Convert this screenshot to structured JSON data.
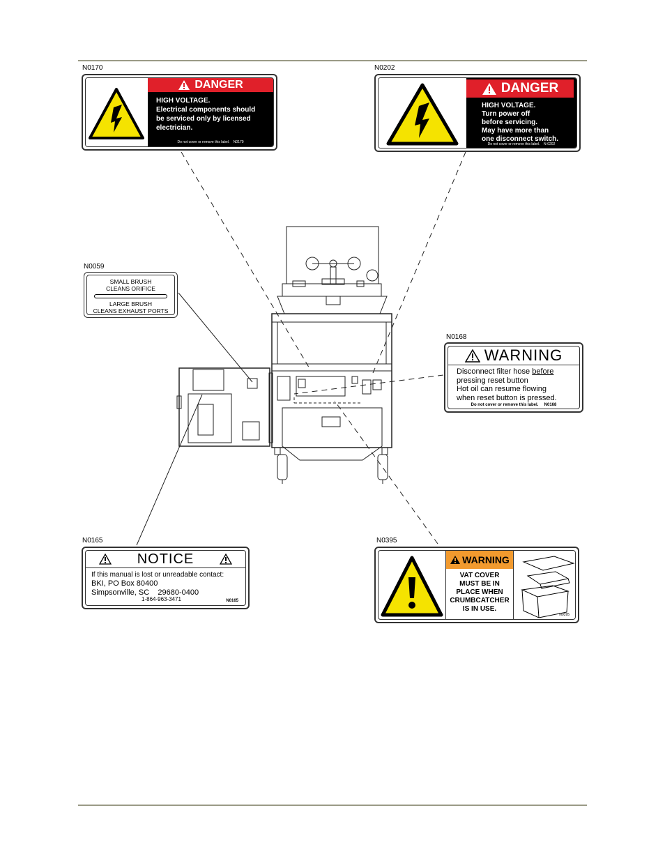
{
  "labels": {
    "n0170": {
      "code": "N0170",
      "header": "DANGER",
      "body": [
        "HIGH VOLTAGE.",
        "Electrical components should",
        "be serviced only by licensed",
        "electrician."
      ],
      "footer": "Do not cover or remove this label.",
      "footer_code": "N0170"
    },
    "n0202": {
      "code": "N0202",
      "header": "DANGER",
      "body": [
        "HIGH VOLTAGE.",
        "Turn power off",
        "before servicing.",
        "May have more than",
        "one disconnect switch."
      ],
      "footer": "Do not cover or remove this label.",
      "footer_code": "N-0202"
    },
    "n0059": {
      "code": "N0059",
      "top": [
        "SMALL BRUSH",
        "CLEANS ORIFICE"
      ],
      "bottom": [
        "LARGE BRUSH",
        "CLEANS EXHAUST PORTS"
      ]
    },
    "n0168": {
      "code": "N0168",
      "header": "WARNING",
      "body": [
        "Disconnect filter hose before",
        "pressing reset button",
        "Hot oil can resume flowing",
        "when reset button is pressed."
      ],
      "underlined_word": "before",
      "footer": "Do not cover or remove this label.",
      "footer_code": "N0168"
    },
    "n0165": {
      "code": "N0165",
      "header": "NOTICE",
      "body": [
        "If this manual is lost or unreadable contact:",
        "BKI, PO Box 80400",
        "Simpsonville, SC    29680-0400"
      ],
      "phone": "1-864-963-3471",
      "footer_code": "N0165"
    },
    "n0395": {
      "code": "N0395",
      "header": "WARNING",
      "body": [
        "VAT COVER",
        "MUST BE IN",
        "PLACE WHEN",
        "CRUMBCATCHER",
        "IS IN USE."
      ],
      "footer_code": "N0395"
    }
  },
  "colors": {
    "danger_red": "#e0202a",
    "warning_orange": "#f29a2e",
    "hazard_yellow": "#f5e300",
    "rule_color": "#9a9a86"
  },
  "icons": [
    "high-voltage-icon",
    "warning-triangle-icon",
    "exclamation-icon",
    "vat-cover-icon"
  ]
}
